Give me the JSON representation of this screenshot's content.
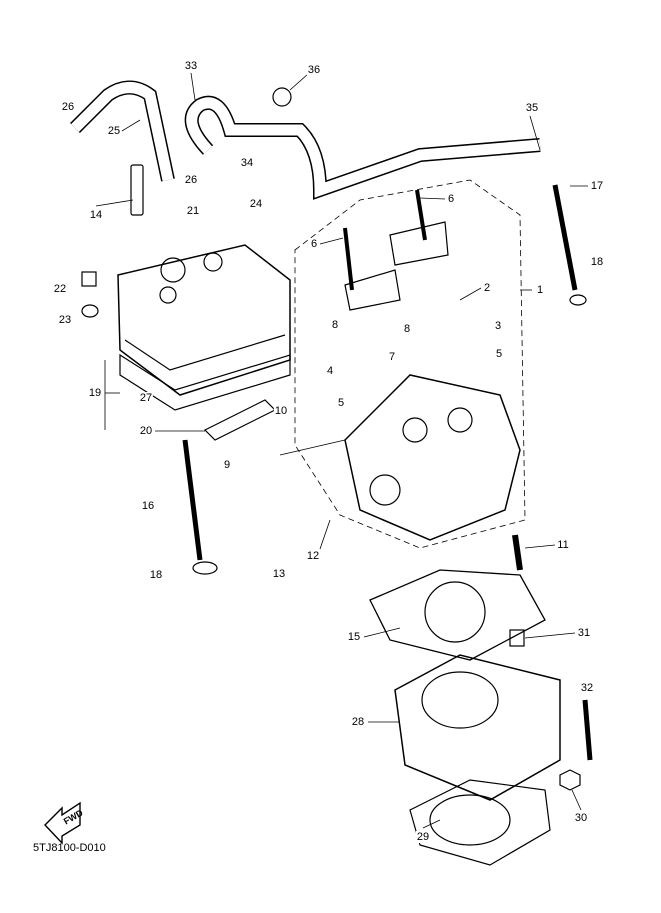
{
  "diagram": {
    "code": "5TJ8100-D010",
    "fwd_label": "FWD",
    "callouts": [
      "33",
      "36",
      "26",
      "25",
      "35",
      "34",
      "26",
      "21",
      "24",
      "14",
      "6",
      "17",
      "6",
      "22",
      "1",
      "2",
      "18",
      "23",
      "8",
      "8",
      "3",
      "7",
      "5",
      "4",
      "19",
      "27",
      "5",
      "10",
      "20",
      "9",
      "16",
      "12",
      "11",
      "13",
      "18",
      "15",
      "31",
      "32",
      "28",
      "30",
      "29"
    ]
  }
}
